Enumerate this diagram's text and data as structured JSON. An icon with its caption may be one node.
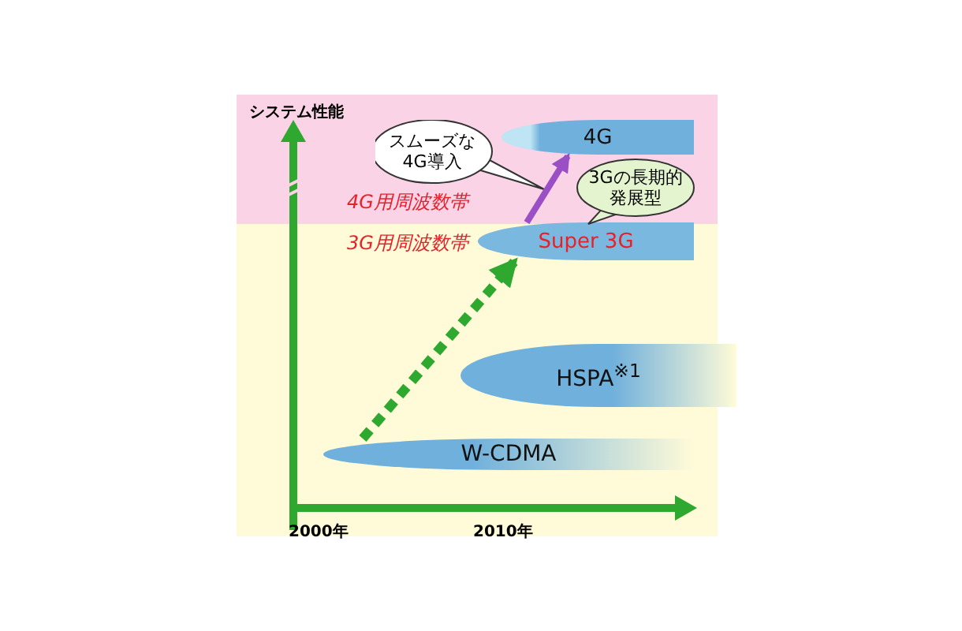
{
  "diagram": {
    "nodes": [
      {
        "text": [
          "W-CDMA"
        ]
      },
      {
        "text": [
          "HSPA$^{※1}$"
        ]
      },
      {
        "text": [
          "Super 3G"
        ]
      },
      {
        "text": [
          "4G"
        ]
      },
      {
        "text": [
          "スムーズな4G導入"
        ]
      },
      {
        "text": [
          "3Gの長期的発展型"
        ]
      }
    ],
    "edges": [
      {
        "from": 0,
        "to": 2,
        "arrow": "to",
        "style": "dashed",
        "color": "#2ea82e"
      },
      {
        "from": 2,
        "to": 3,
        "arrow": "to",
        "color": "#9b4fc4"
      }
    ],
    "labels": [
      "システム性能",
      "4G用周波数帯",
      "3G用周波数帯",
      "2000年",
      "2010年"
    ]
  }
}
